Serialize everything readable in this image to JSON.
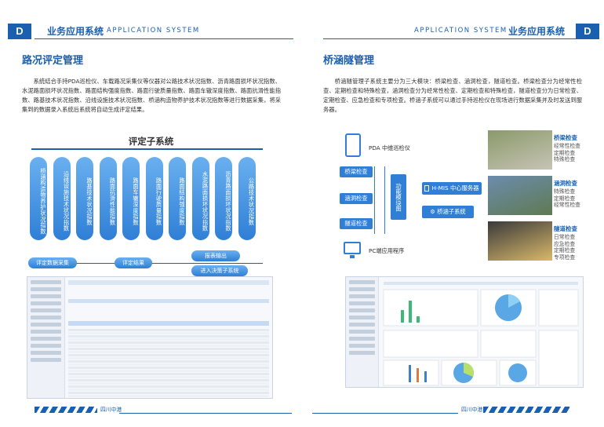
{
  "header": {
    "tab_letter": "D",
    "title_cn": "业务应用系统",
    "title_en": "APPLICATION SYSTEM"
  },
  "left": {
    "title": "路况评定管理",
    "paragraph": "系统结合手持PDA巡检仪、车载路况采集仪等仪器对公路技术状况指数、沥青路面损坏状况指数、水泥路面损坏状况指数、路面结构强度指数、路面行驶质量指数、路面车辙深度指数、路面抗滑性能指数、路基技术状况指数、沿线设施技术状况指数、桥涵构造物养护技术状况指数等进行数据采集，将采集到的数据录入系统后系统将自动生成评定结果。",
    "eval_title": "评定子系统",
    "pills": [
      "桥涵构造物养护状况指数",
      "沿线设施技术状况指数",
      "路基技术状况指数",
      "路面抗滑性能指数",
      "路面车辙深度指数",
      "路面行驶质量指数",
      "路面结构强度指数",
      "水泥路面损坏状况指数",
      "沥青路面损坏状况指数",
      "公路技术状况指数"
    ],
    "btn_collect": "评定数据采集",
    "btn_result": "评定结果",
    "btn_report": "报表输出",
    "btn_decision": "进入决策子系统",
    "footer": "四川中港"
  },
  "right": {
    "title": "桥涵隧管理",
    "paragraph": "桥涵隧管理子系统主要分为三大模块：桥梁检查、涵洞检查，隧道检查。桥梁检查分为经常性检查、定期检查和特殊检查，涵洞检查分为经常性检查、定期检查和特殊检查，隧道检查分为日常检查、定期检查、应急检查和专项检查。桥涵子系统可以通过手持巡检仪在现场进行数据采集并及时发送到服务器。",
    "pda_label": "PDA 中维巡检仪",
    "pc_label": "PC端应用程序",
    "box_bridge": "桥梁检查",
    "box_culvert": "涵洞检查",
    "box_tunnel": "隧道检查",
    "box_module": "功能模块图",
    "box_hmis": "H-MIS 中心服务器",
    "box_subsys": "桥涵子系统",
    "photos": [
      {
        "name": "桥梁检查",
        "items": [
          "经常性检查",
          "定期检查",
          "特殊检查"
        ]
      },
      {
        "name": "涵洞检查",
        "items": [
          "特殊检查",
          "定期检查",
          "经常性检查"
        ]
      },
      {
        "name": "隧道检查",
        "items": [
          "日常检查",
          "应急检查",
          "定期检查",
          "专项检查"
        ]
      }
    ],
    "footer": "四川中港"
  },
  "colors": {
    "primary": "#1a5fb0",
    "accent": "#2f7fd6"
  }
}
